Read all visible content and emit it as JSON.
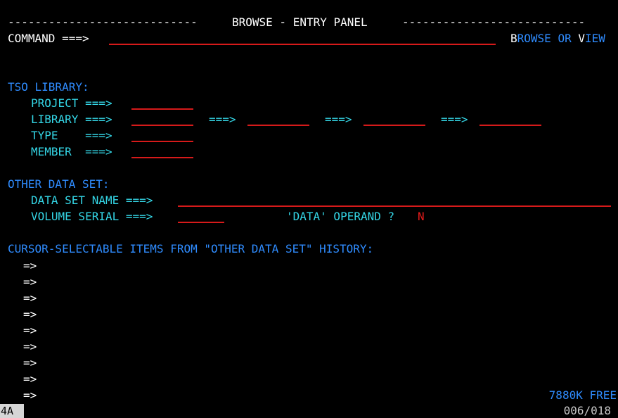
{
  "header": {
    "left_dashes": "----------------------------",
    "title": "BROWSE - ENTRY PANEL",
    "right_dashes": "---------------------------"
  },
  "command": {
    "label": "COMMAND ===>",
    "value": "",
    "option_b": "B",
    "option_rowse_or": "ROWSE OR ",
    "option_v": "V",
    "option_iew": "IEW"
  },
  "tso_library": {
    "heading": "TSO LIBRARY:",
    "project_label": "PROJECT ===>",
    "library_label": "LIBRARY ===>",
    "library_arrow2": "===>",
    "library_arrow3": "===>",
    "library_arrow4": "===>",
    "type_label": "TYPE    ===>",
    "member_label": "MEMBER  ===>"
  },
  "other_data_set": {
    "heading": "OTHER DATA SET:",
    "dsn_label": "DATA SET NAME ===>",
    "volser_label": "VOLUME SERIAL ===>",
    "data_operand_label": "'DATA' OPERAND ?",
    "data_operand_value": "N"
  },
  "history": {
    "heading": "CURSOR-SELECTABLE ITEMS FROM \"OTHER DATA SET\" HISTORY:",
    "items": [
      "=>",
      "=>",
      "=>",
      "=>",
      "=>",
      "=>",
      "=>",
      "=>",
      "=>"
    ]
  },
  "footer": {
    "free": "7880K FREE",
    "status": "4A",
    "position": "006/018"
  },
  "colors": {
    "white": "#ffffff",
    "cyan": "#34d6e6",
    "blue": "#2f8cff",
    "red": "#e21b1b",
    "status_bg": "#d6d6d6"
  }
}
